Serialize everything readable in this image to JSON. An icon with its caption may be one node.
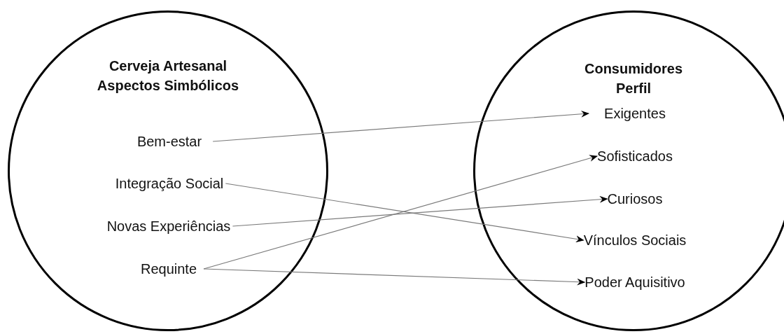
{
  "diagram": {
    "nodes": [
      {
        "text": [
          "Cerveja Artesanal",
          "Aspectos Simbólicos"
        ]
      },
      {
        "text": [
          "Bem-estar"
        ],
        "in": 0
      },
      {
        "text": [
          "Integração Social"
        ],
        "in": 0
      },
      {
        "text": [
          "Novas Experiências"
        ],
        "in": 0
      },
      {
        "text": [
          "Requinte"
        ],
        "in": 0
      },
      {
        "text": [
          "Consumidores",
          "Perfil"
        ]
      },
      {
        "text": [
          "Exigentes"
        ],
        "in": 5
      },
      {
        "text": [
          "Sofisticados"
        ],
        "in": 5
      },
      {
        "text": [
          "Curiosos"
        ],
        "in": 5
      },
      {
        "text": [
          "Vínculos Sociais"
        ],
        "in": 5
      },
      {
        "text": [
          "Poder Aquisitivo"
        ],
        "in": 5
      }
    ],
    "edges": [
      {
        "from": 1,
        "to": 6,
        "arrow": "to"
      },
      {
        "from": 2,
        "to": 9,
        "arrow": "to"
      },
      {
        "from": 3,
        "to": 8,
        "arrow": "to"
      },
      {
        "from": 4,
        "to": 7,
        "arrow": "to"
      },
      {
        "from": 4,
        "to": 10,
        "arrow": "to"
      }
    ]
  }
}
